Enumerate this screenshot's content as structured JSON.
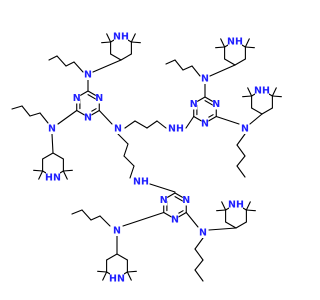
{
  "colors": {
    "bond": "#000000",
    "nitrogen": "#1f1fff",
    "background": "#ffffff"
  },
  "atom_labels": {
    "N": "N",
    "NH": "NH",
    "HN": "HN"
  }
}
